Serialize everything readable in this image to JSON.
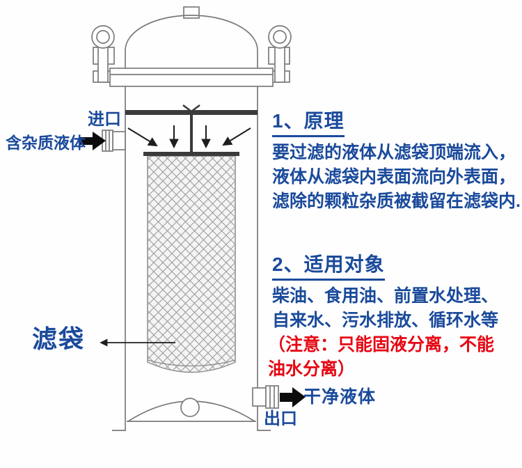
{
  "colors": {
    "accent_blue": "#1a4a9b",
    "note_red": "#e60613",
    "drawing_line_gray": "#7a7a7a",
    "plate_dark": "#3b3b3b",
    "mesh_gray": "#9b9b9b"
  },
  "diagram": {
    "labels": {
      "inlet": "进口",
      "feed_liquid": "含杂质液体",
      "filter_bag": "滤袋",
      "outlet": "出口",
      "clean_liquid": "干净液体"
    },
    "icons": {
      "feed_flow_arrow": "solid-black-right-arrow",
      "clean_flow_arrow": "solid-black-right-arrow",
      "bag_pointer_arrow": "thin-left-arrow",
      "internal_flow_arrows": "four-downward-flow-arrows",
      "lifting_rings": "eye-bolt-rings"
    }
  },
  "sections": {
    "principle": {
      "title": "1、原理",
      "lines": [
        "要过滤的液体从滤袋顶端流入，",
        "液体从滤袋内表面流向外表面，",
        "滤除的颗粒杂质被截留在滤袋内."
      ]
    },
    "applications": {
      "title": "2、适用对象",
      "lines": [
        "柴油、食用油、前置水处理、",
        "自来水、污水排放、循环水等"
      ],
      "note_lines": [
        "（注意：只能固液分离，不能",
        "油水分离）"
      ]
    }
  }
}
